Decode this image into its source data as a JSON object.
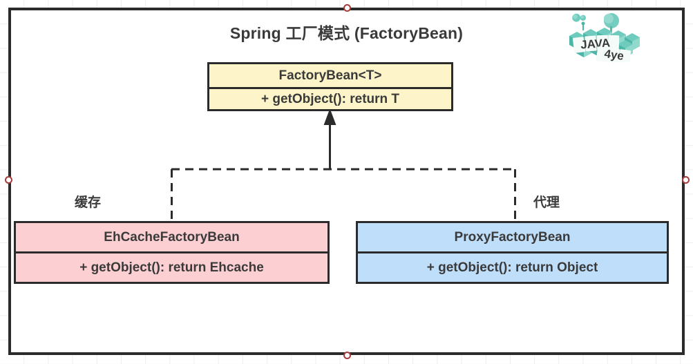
{
  "diagram": {
    "title": "Spring 工厂模式 (FactoryBean)",
    "colors": {
      "interface_fill": "#fdf5c9",
      "ehcache_fill": "#fcd0d3",
      "proxy_fill": "#bfdefa",
      "stroke": "#2b2b2b",
      "text": "#3a3a3a",
      "logo_teal": "#5cc3b4",
      "handle": "#a63b3b"
    },
    "interface_box": {
      "name": "FactoryBean<T>",
      "method": "+ getObject(): return T"
    },
    "ehcache_box": {
      "name": "EhCacheFactoryBean",
      "method": "+ getObject(): return Ehcache"
    },
    "proxy_box": {
      "name": "ProxyFactoryBean",
      "method": "+ getObject(): return Object"
    },
    "annotations": {
      "cache": "缓存",
      "proxy": "代理"
    },
    "logo": {
      "line1": "JAVA",
      "line2": "4ye"
    }
  }
}
